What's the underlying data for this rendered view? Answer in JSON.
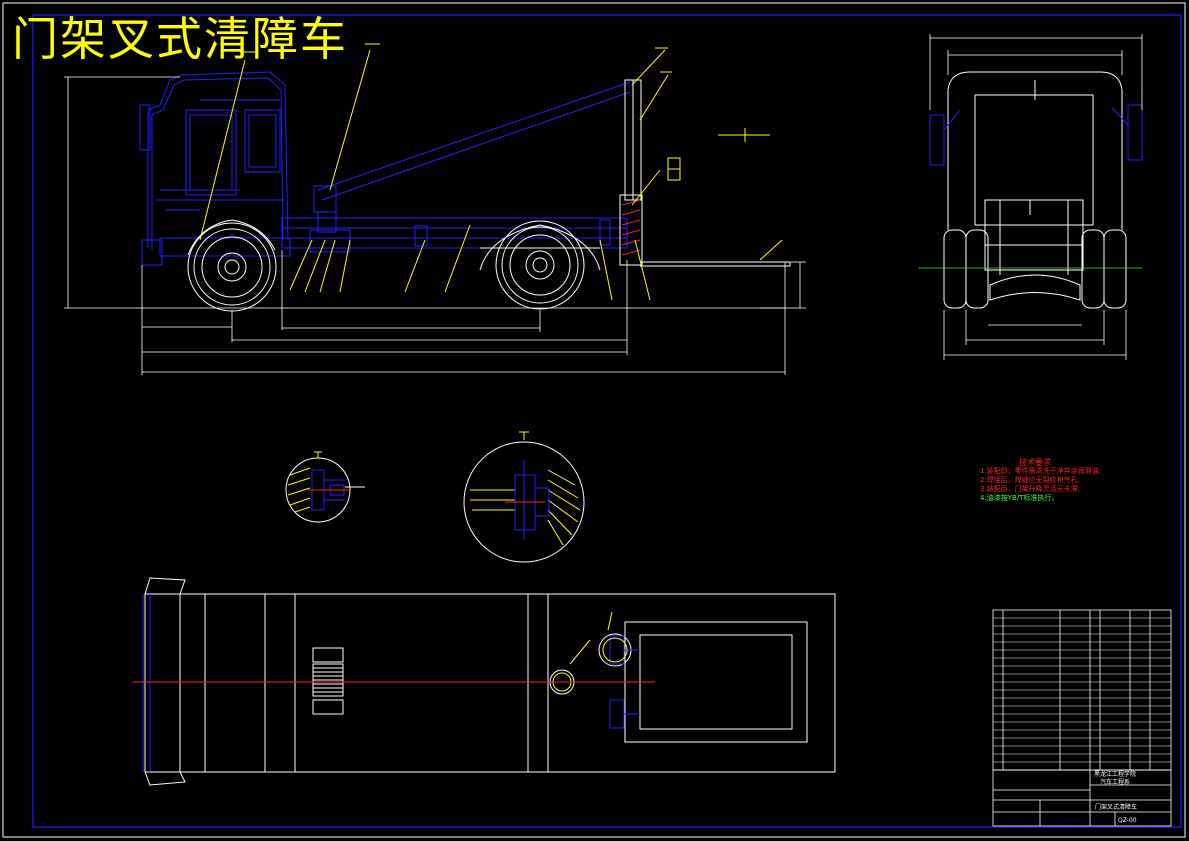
{
  "drawing": {
    "title": "门架叉式清障车",
    "tech_requirements": {
      "heading": "技术要求",
      "items": [
        "1.装配前，零件需清洗干净并涂润滑油;",
        "2.焊接后，焊缝应无裂纹和气孔;",
        "3.装配后，门架升降灵活无卡滞;",
        "4.油漆按YB/T标准执行。"
      ]
    },
    "title_block": {
      "school": "黑龙江工程学院",
      "dept": "汽车工程系",
      "name": "门架叉式清障车",
      "drawing_no": "QZ-00"
    }
  },
  "colors": {
    "background": "#000000",
    "line_white": "#ffffff",
    "line_blue": "#2020ff",
    "line_yellow": "#ffff00",
    "line_red": "#ff2020",
    "line_green": "#20ff20",
    "line_cyan": "#00ffff"
  }
}
